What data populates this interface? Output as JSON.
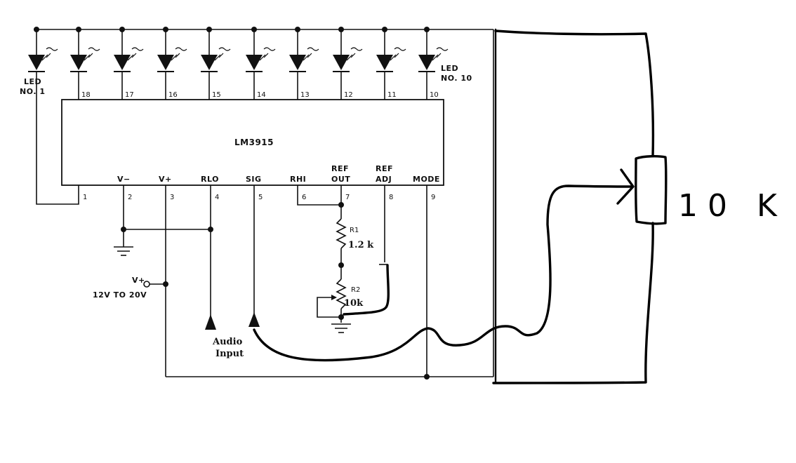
{
  "ic": {
    "name": "LM3915"
  },
  "top_pins": [
    "18",
    "17",
    "16",
    "15",
    "14",
    "13",
    "12",
    "11",
    "10"
  ],
  "bottom_pins": [
    {
      "num": "1",
      "label": ""
    },
    {
      "num": "2",
      "label": "V−"
    },
    {
      "num": "3",
      "label": "V+"
    },
    {
      "num": "4",
      "label": "RLO"
    },
    {
      "num": "5",
      "label": "SIG"
    },
    {
      "num": "6",
      "label": "RHI"
    },
    {
      "num": "7",
      "label": "REF OUT"
    },
    {
      "num": "8",
      "label": "REF ADJ"
    },
    {
      "num": "9",
      "label": "MODE"
    }
  ],
  "labels": {
    "led1_line1": "LED",
    "led1_line2": "NO. 1",
    "led10_line1": "LED",
    "led10_line2": "NO. 10",
    "r1_name": "R1",
    "r1_value": "1.2 k",
    "r2_name": "R2",
    "r2_value": "10k",
    "vplus": "V+",
    "supply_range": "12V TO 20V",
    "audio_line1": "Audio",
    "audio_line2": "Input",
    "pot_value": "10 K",
    "v_minus": "V−",
    "v_plus_pin": "V+",
    "r_lo": "RLO",
    "sig": "SIG",
    "r_hi": "RHI",
    "ref_out_1": "REF",
    "ref_out_2": "OUT",
    "ref_adj_1": "REF",
    "ref_adj_2": "ADJ",
    "mode": "MODE"
  }
}
